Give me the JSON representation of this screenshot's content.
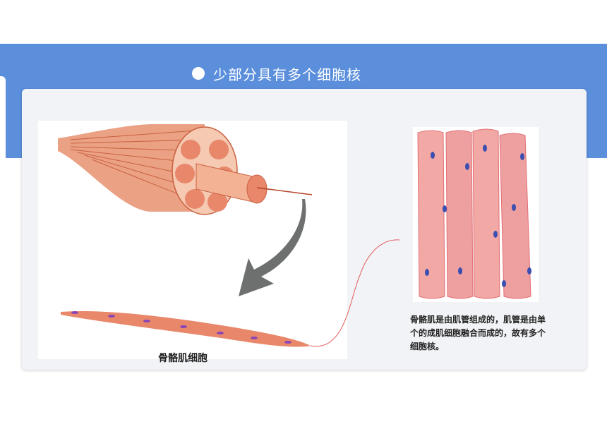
{
  "title": "少部分具有多个细胞核",
  "left_caption": "骨骼肌细胞",
  "right_caption": "骨骼肌是由肌管组成的，肌管是由单个的成肌细胞融合而成的，故有多个细胞核。",
  "colors": {
    "band": "#5b8fdc",
    "muscle": "#e8876a",
    "nucleus": "#3a4fb0",
    "arrow": "#6e7070"
  }
}
